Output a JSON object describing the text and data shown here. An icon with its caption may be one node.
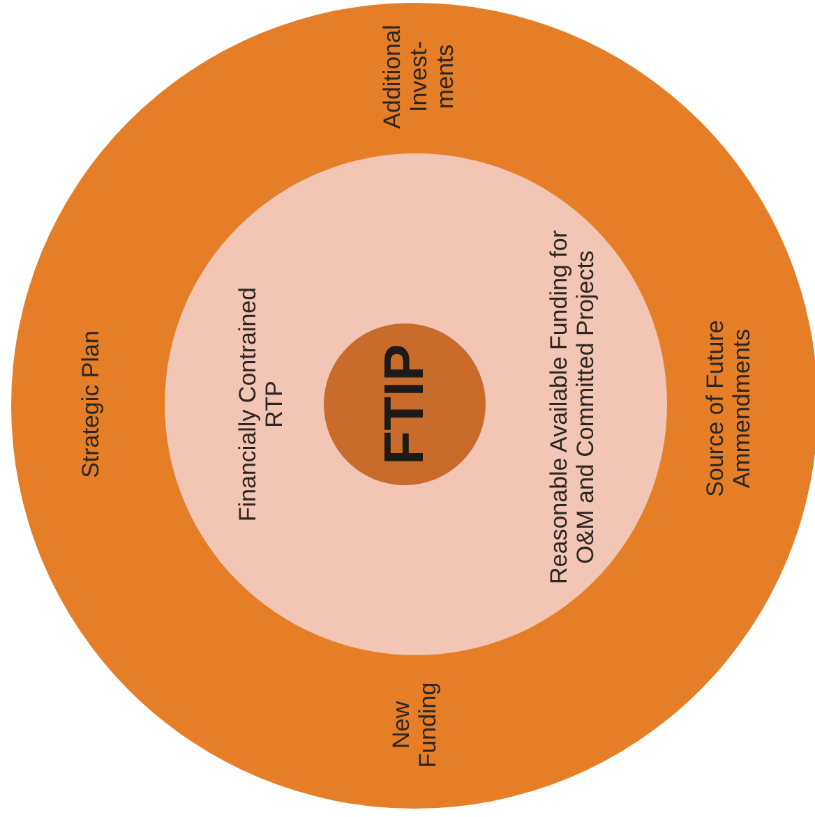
{
  "diagram": {
    "nodes": [
      {
        "text": [
          "Strategic Plan",
          "Additional Invest- ments",
          "New Funding",
          "Source of Future Ammendments"
        ]
      },
      {
        "text": [
          "Financially Contrained RTP",
          "Reasonable Available Funding for O&M and Committed Projects"
        ],
        "in": 0
      },
      {
        "text": [
          "FTIP"
        ],
        "in": 1
      }
    ]
  }
}
